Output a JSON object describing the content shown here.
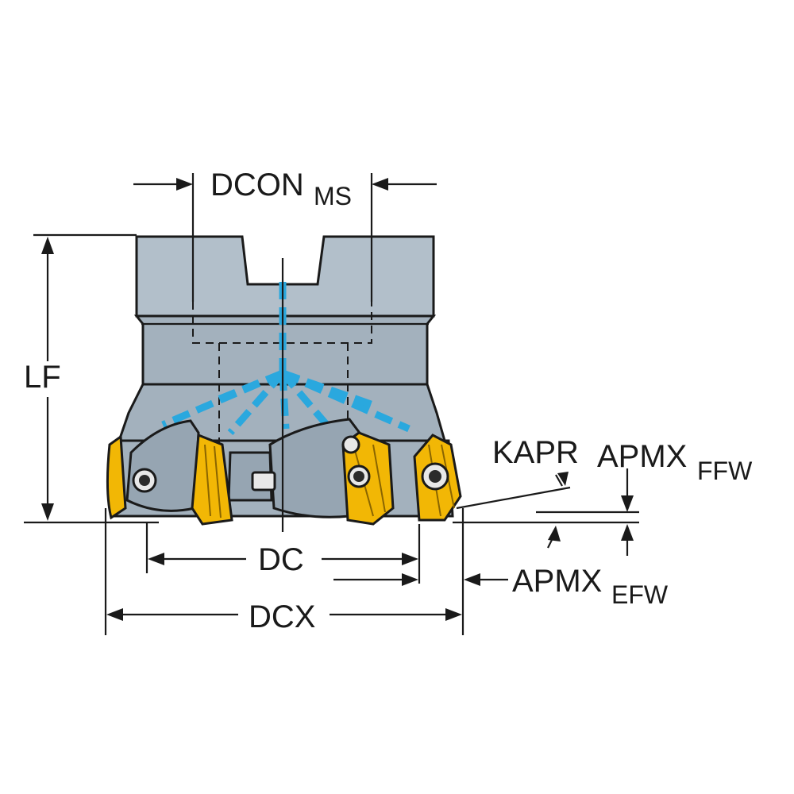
{
  "labels": {
    "dcon": "DCON",
    "dcon_sub": "MS",
    "lf": "LF",
    "kapr": "KAPR",
    "apmx_ffw": "APMX",
    "apmx_ffw_sub": "FFW",
    "dc": "DC",
    "apmx_efw": "APMX",
    "apmx_efw_sub": "EFW",
    "dcx": "DCX"
  },
  "colors": {
    "body": "#a3b1bd",
    "insert": "#f2b705",
    "coolant": "#2aa8de",
    "line": "#1a1a1a"
  }
}
